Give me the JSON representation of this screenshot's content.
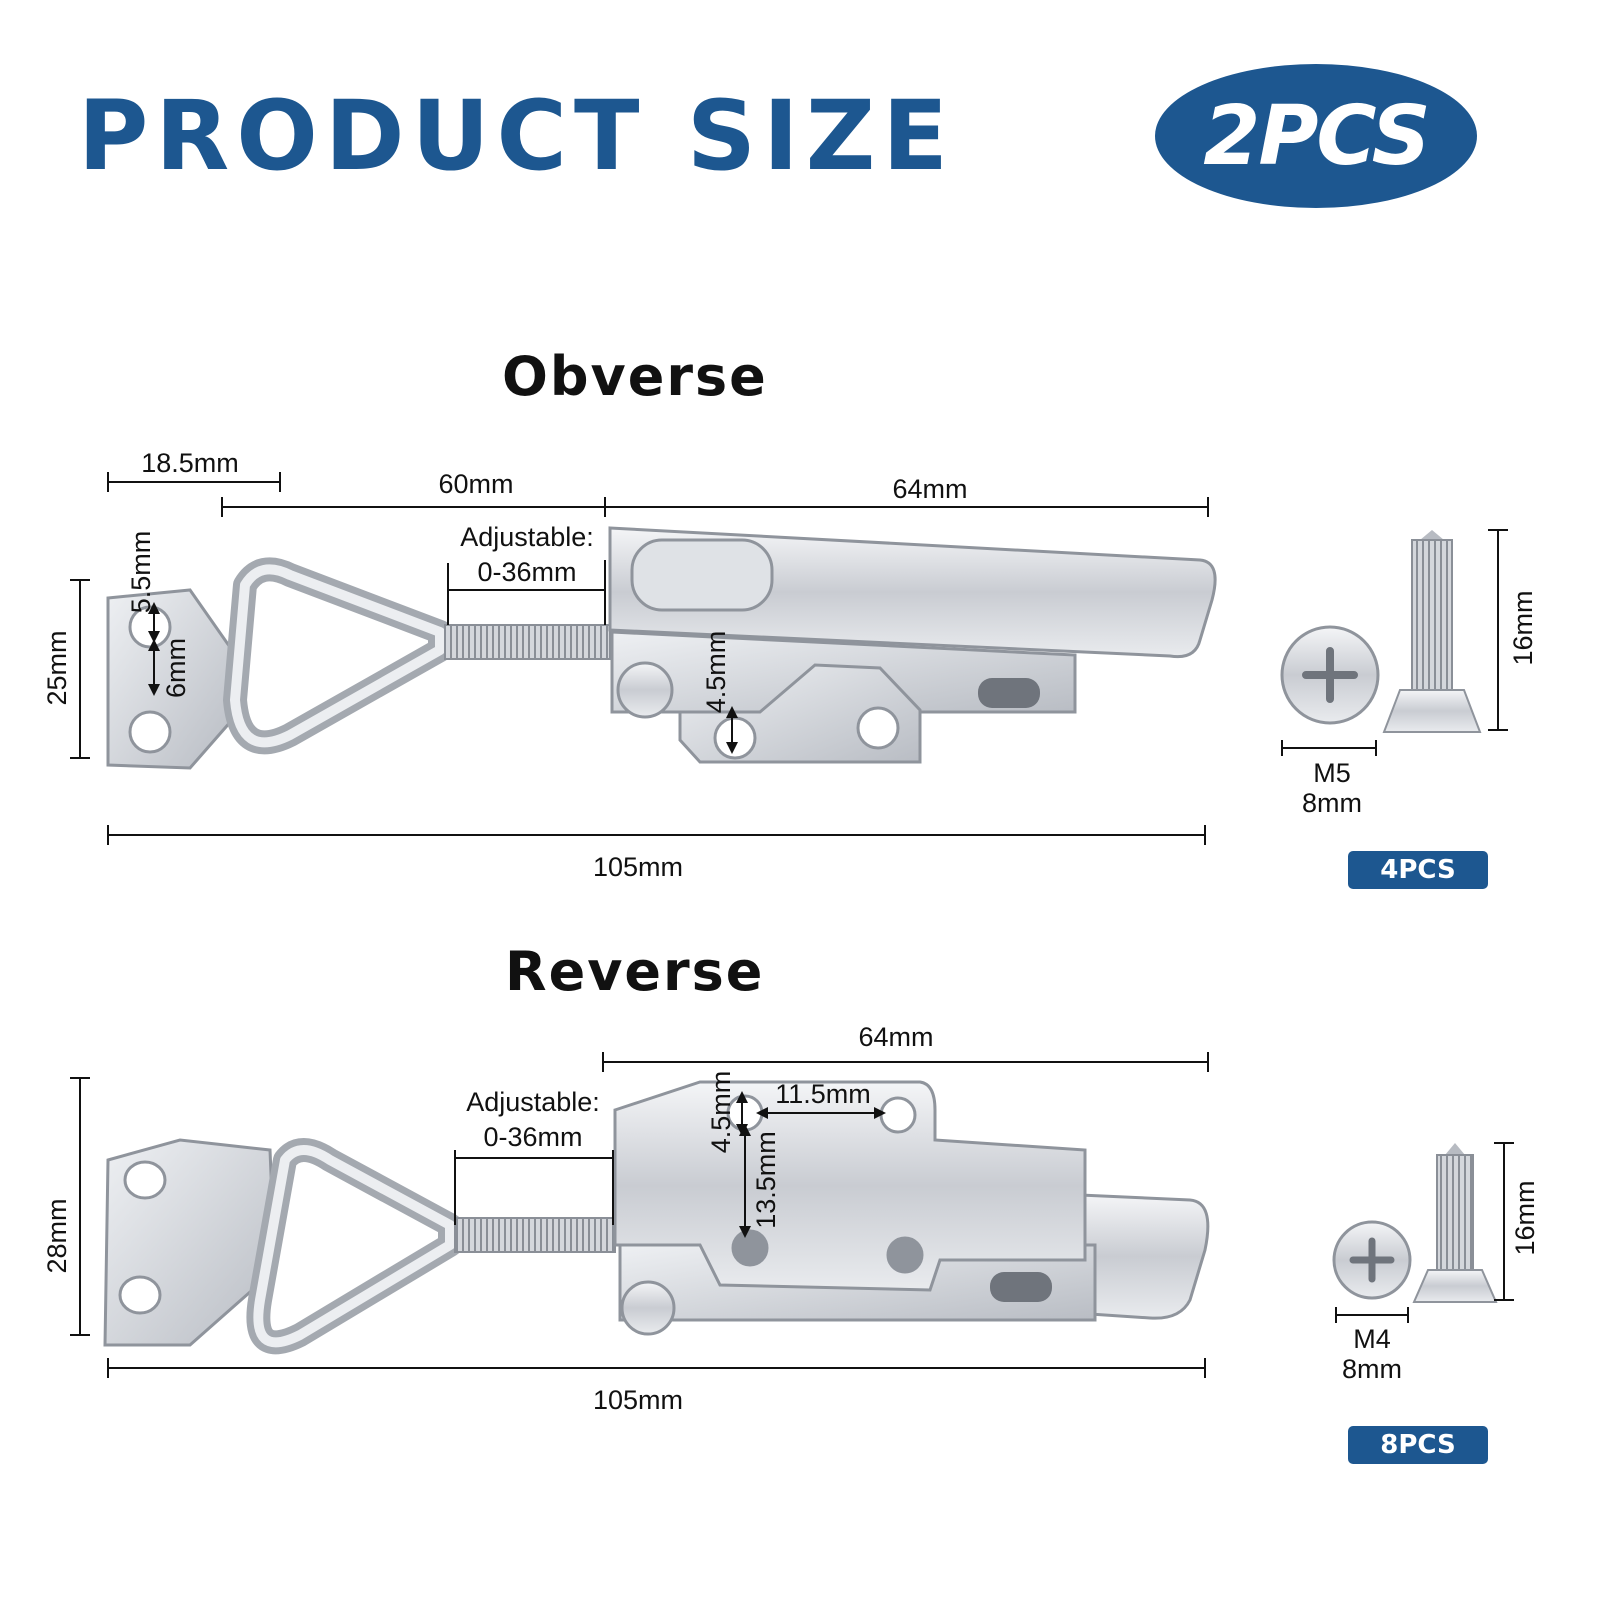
{
  "header": {
    "title": "PRODUCT SIZE",
    "quantity_badge": "2PCS"
  },
  "obverse": {
    "title": "Obverse",
    "dims": {
      "base_plate_width": "18.5mm",
      "hook_to_body": "60mm",
      "body_length": "64mm",
      "adjustable_label": "Adjustable:",
      "adjustable_range": "0-36mm",
      "height": "25mm",
      "hole_diameter": "5.5mm",
      "hole_spacing": "6mm",
      "catch_hole": "4.5mm",
      "total_length": "105mm"
    },
    "screw": {
      "thread": "M5",
      "head": "8mm",
      "length": "16mm",
      "count": "4PCS"
    }
  },
  "reverse": {
    "title": "Reverse",
    "dims": {
      "body_length": "64mm",
      "adjustable_label": "Adjustable:",
      "adjustable_range": "0-36mm",
      "height": "28mm",
      "hole_diameter": "4.5mm",
      "hole_spacing_h": "11.5mm",
      "hole_spacing_v": "13.5mm",
      "total_length": "105mm"
    },
    "screw": {
      "thread": "M4",
      "head": "8mm",
      "length": "16mm",
      "count": "8PCS"
    }
  },
  "colors": {
    "brand_blue": "#1d5790",
    "metal": "#d6d9de",
    "metal_dark": "#8f949c"
  }
}
